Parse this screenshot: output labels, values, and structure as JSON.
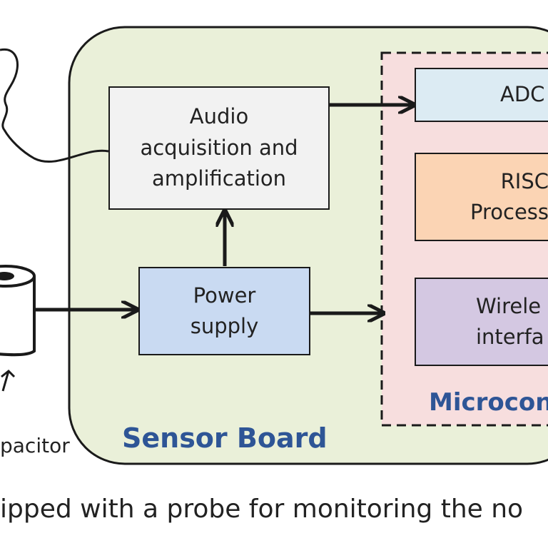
{
  "title": "",
  "blocks": {
    "audio": {
      "label": "Audio\nacquisition and\namplification"
    },
    "power": {
      "label": "Power\nsupply"
    },
    "adc": {
      "label": "ADC"
    },
    "risc": {
      "label": "RISC\nProcess"
    },
    "wireless": {
      "label": "Wirele\ninterfa"
    }
  },
  "groups": {
    "sensor_board": {
      "label": "Sensor Board",
      "color": "#2e5596",
      "fill": "#eaf0d9"
    },
    "microcontroller": {
      "label": "Microcon",
      "color": "#2e5596",
      "fill": "#f7dede"
    }
  },
  "left_label": "pacitor",
  "caption": "ipped with a probe for monitoring the no",
  "colors": {
    "audio_fill": "#f2f2f2",
    "power_fill": "#c9daf2",
    "adc_fill": "#dcebf3",
    "risc_fill": "#fbd4b4",
    "wireless_fill": "#d4c8e2"
  }
}
